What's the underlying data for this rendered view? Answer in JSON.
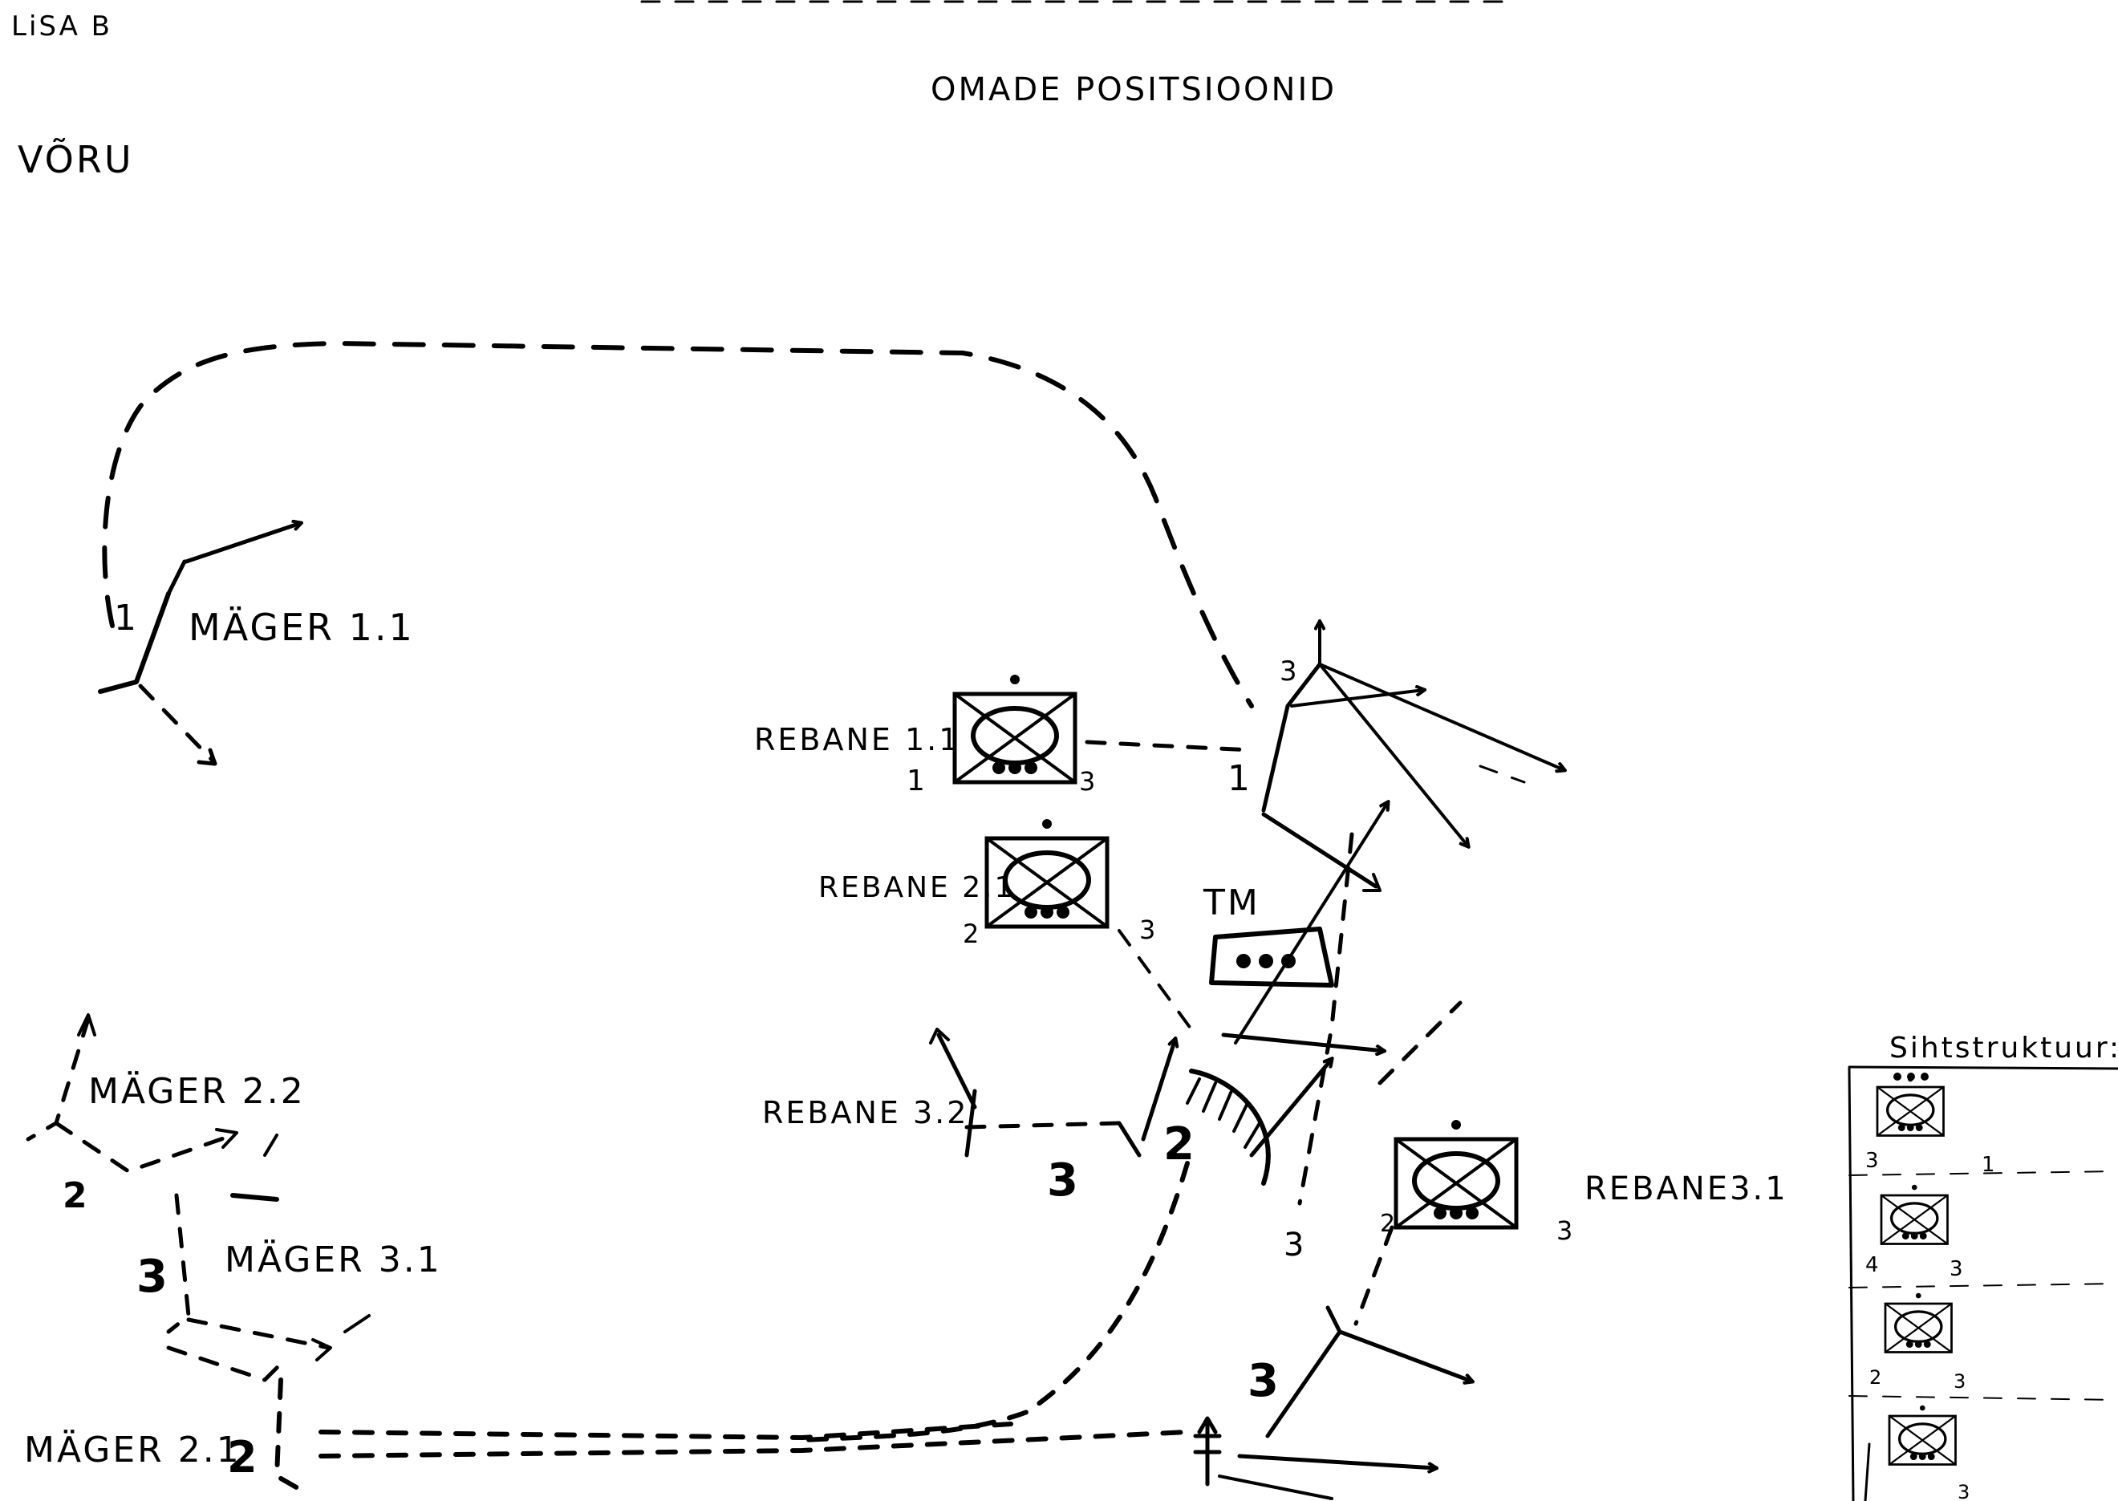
{
  "header": {
    "sheet_label": "LiSA B",
    "title": "OMADE POSITSIOONID",
    "location": "VÕRU"
  },
  "units": {
    "mager_1_1": "MÄGER 1.1",
    "mager_2_2": "MÄGER 2.2",
    "mager_3_1": "MÄGER 3.1",
    "mager_2_1": "MÄGER 2.1",
    "rebane_1_1": "REBANE 1.1",
    "rebane_2_1": "REBANE 2.1",
    "rebane_3_2": "REBANE 3.2",
    "rebane_3_1": "REBANE3.1",
    "tm": "TM"
  },
  "marks": {
    "m1": "1",
    "m2": "2",
    "m3": "3",
    "m4": "4"
  },
  "legend": {
    "title": "Sihtstruktuur:"
  }
}
